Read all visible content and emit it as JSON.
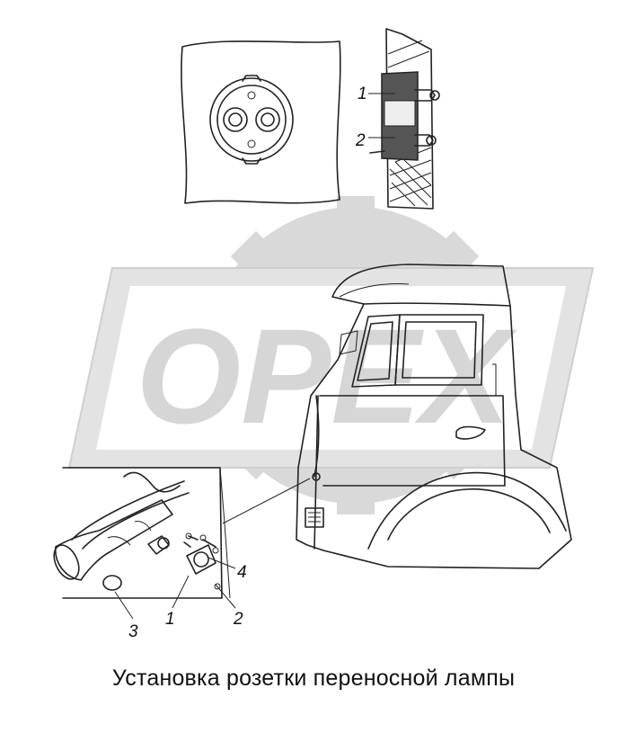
{
  "caption": "Установка розетки переносной лампы",
  "watermark": "OPEX",
  "callouts": {
    "detail_top_1": "1",
    "detail_top_2": "2",
    "bottom_1": "1",
    "bottom_2": "2",
    "bottom_3": "3",
    "bottom_4": "4"
  },
  "colors": {
    "line": "#222222",
    "watermark": "#d9d9d9",
    "background": "#ffffff"
  }
}
